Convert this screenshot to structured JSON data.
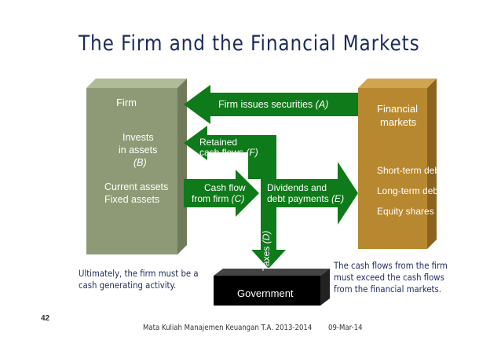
{
  "title": "The Firm and the Financial Markets",
  "firm": {
    "label": "Firm",
    "invests_line1": "Invests",
    "invests_line2": "in assets",
    "invests_code": "(B)",
    "current_assets": "Current assets",
    "fixed_assets": "Fixed assets"
  },
  "markets": {
    "label_line1": "Financial",
    "label_line2": "markets",
    "items": [
      "Short-term debt",
      "Long-term debt",
      "Equity shares"
    ]
  },
  "flows": {
    "issues": "Firm issues securities",
    "issues_code": "(A)",
    "retained_line1": "Retained",
    "retained_line2": "cash flows",
    "retained_code": "(F)",
    "cashflow_line1": "Cash flow",
    "cashflow_line2": "from firm",
    "cashflow_code": "(C)",
    "dividends_line1": "Dividends and",
    "dividends_line2": "debt payments",
    "dividends_code": "(E)",
    "taxes": "Taxes",
    "taxes_code": "(D)"
  },
  "government": "Government",
  "note_left": [
    "Ultimately, the firm must be a",
    "cash generating activity."
  ],
  "note_right": [
    "The cash flows from the firm",
    "must exceed the cash flows",
    "from the financial markets."
  ],
  "page_number": "42",
  "footer_text": "Mata Kuliah Manajemen Keuangan T.A. 2013-2014",
  "footer_date": "09-Mar-14",
  "colors": {
    "title": "#1c2b5a",
    "firm": "#8d9a75",
    "arrow": "#0f7a19",
    "markets": "#b7882f",
    "government": "#000000"
  }
}
